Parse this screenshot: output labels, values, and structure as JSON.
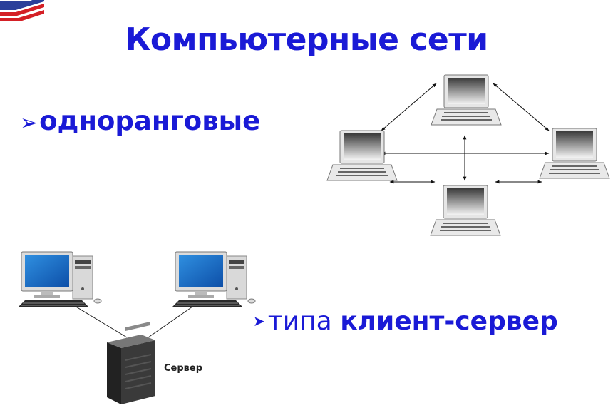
{
  "slide": {
    "title": "Компьютерные сети",
    "peer_to_peer": {
      "marker": "➢",
      "label": "одноранговые"
    },
    "client_server": {
      "marker": "➤",
      "label_plain": "типа",
      "label_bold": "клиент-сервер"
    },
    "server_caption": "Сервер"
  },
  "colors": {
    "title": "#1a1ad6",
    "logo_blue": "#2a3f9a",
    "logo_red": "#d42026"
  },
  "icons": [
    "logo-icon",
    "laptop-icon",
    "desktop-computer-icon",
    "server-tower-icon",
    "arrow-marker-icon"
  ]
}
